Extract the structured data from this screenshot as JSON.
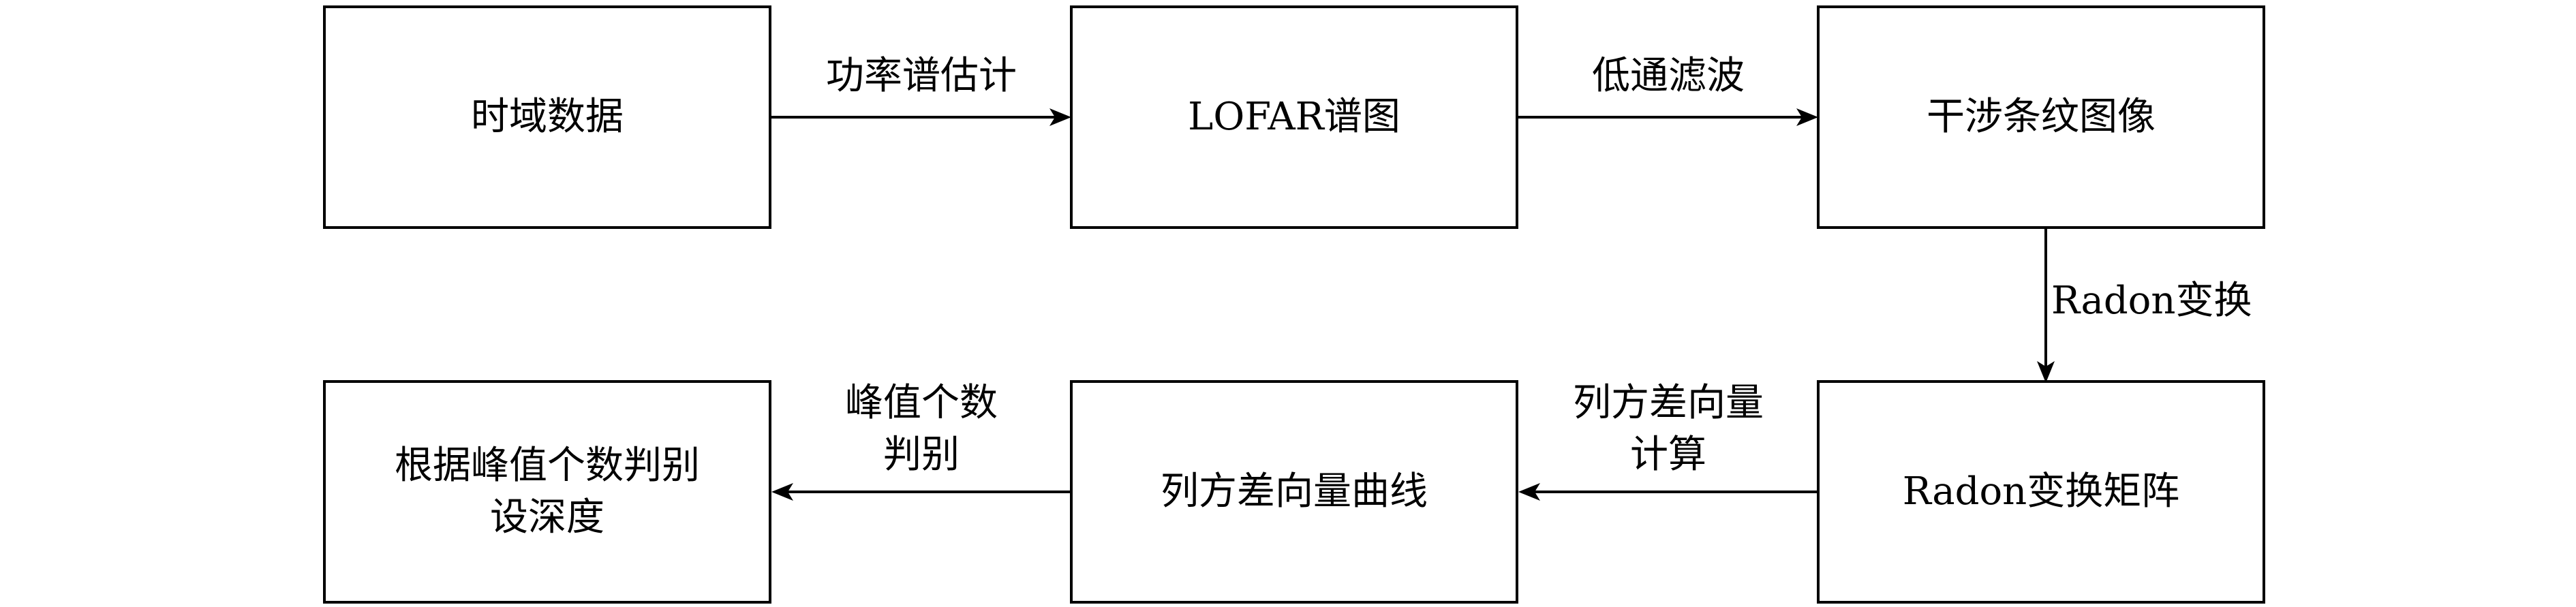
{
  "nodes": {
    "time_domain": "时域数据",
    "lofar": "LOFAR谱图",
    "interference": "干涉条纹图像",
    "radon_matrix": "Radon变换矩阵",
    "variance_curve": "列方差向量曲线",
    "depth_line1": "根据峰值个数判别",
    "depth_line2": "设深度"
  },
  "edges": {
    "psd": "功率谱估计",
    "lowpass": "低通滤波",
    "radon": "Radon变换",
    "variance_line1": "列方差向量",
    "variance_line2": "计算",
    "peak_line1": "峰值个数",
    "peak_line2": "判别"
  }
}
